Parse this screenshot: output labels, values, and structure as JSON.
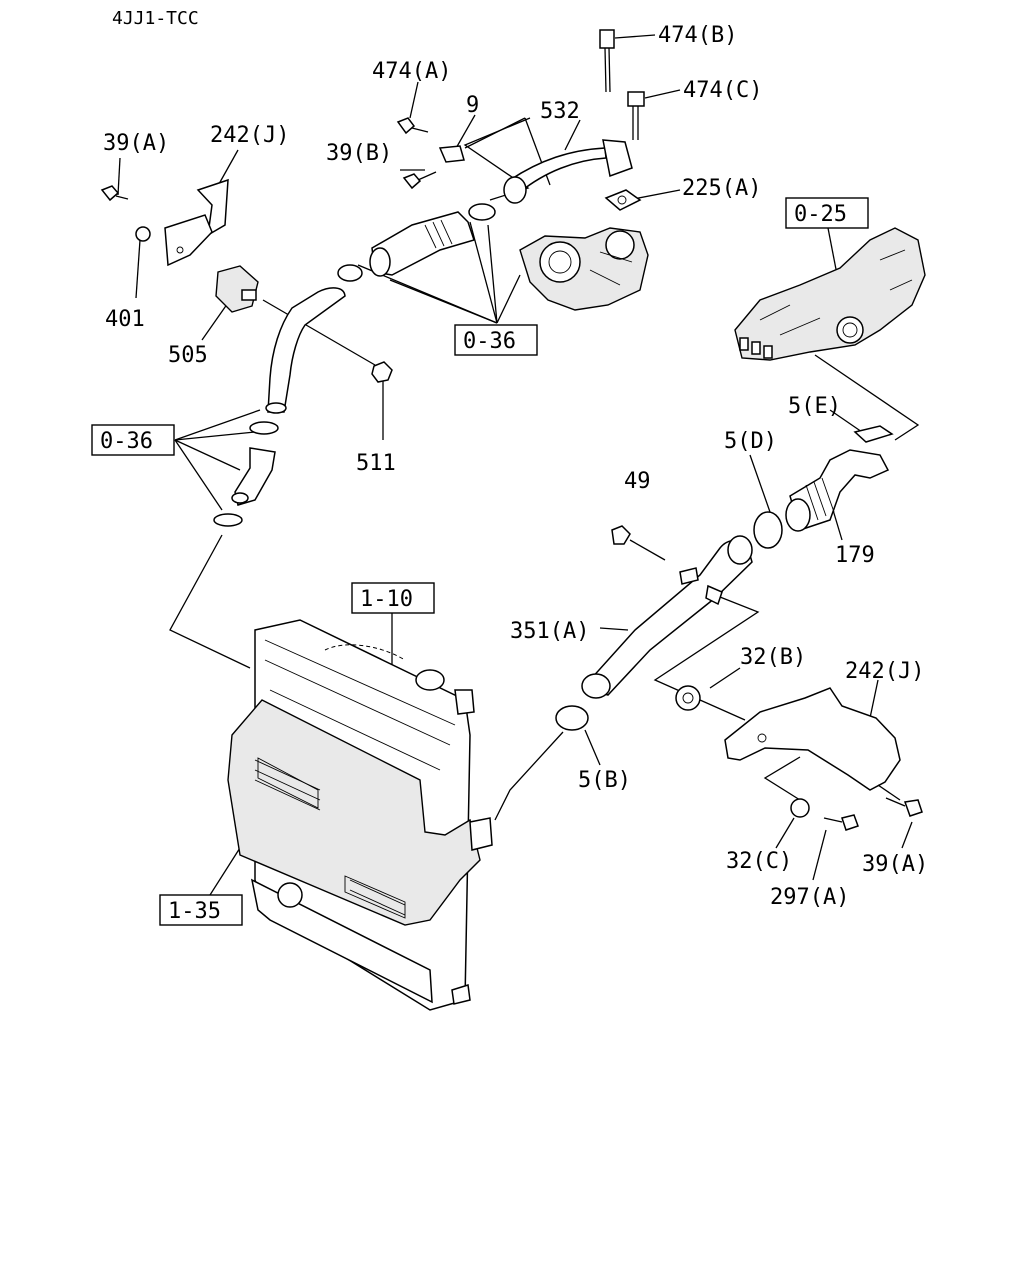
{
  "header": {
    "model_code": "4JJ1-TCC"
  },
  "part_labels": {
    "l474a": "474(A)",
    "l474b": "474(B)",
    "l474c": "474(C)",
    "l9": "9",
    "l532": "532",
    "l39a_top": "39(A)",
    "l242j_top": "242(J)",
    "l39b": "39(B)",
    "l225a": "225(A)",
    "l401": "401",
    "l505": "505",
    "l511": "511",
    "l5e": "5(E)",
    "l5d": "5(D)",
    "l49": "49",
    "l179": "179",
    "l351a": "351(A)",
    "l32b": "32(B)",
    "l242j_bottom": "242(J)",
    "l5b": "5(B)",
    "l32c": "32(C)",
    "l297a": "297(A)",
    "l39a_bottom": "39(A)"
  },
  "reference_boxes": {
    "r036_center": "0-36",
    "r036_left": "0-36",
    "r025": "0-25",
    "r110": "1-10",
    "r135": "1-35"
  }
}
